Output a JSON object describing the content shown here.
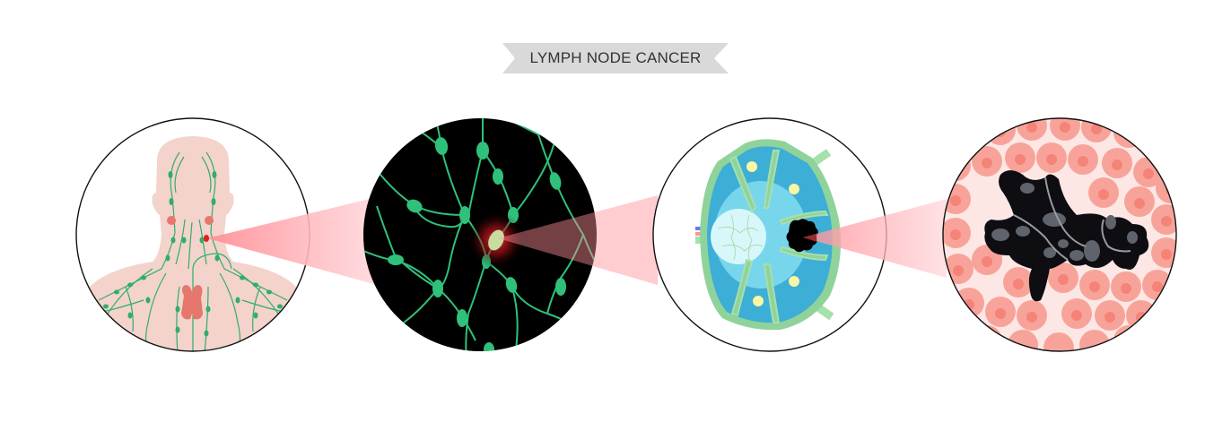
{
  "title": {
    "text": "LYMPH NODE CANCER",
    "banner_color": "#d9d9d9",
    "text_color": "#333333"
  },
  "panels": [
    {
      "id": "body",
      "label": "Human upper body lymphatic system",
      "bg": "#ffffff",
      "skin": "#f3d3cc",
      "vessel": "#2fae6a",
      "node_red": "#e0211f",
      "thyroid": "#e5776c"
    },
    {
      "id": "network",
      "label": "Lymph vessel network with affected node",
      "bg": "#000000",
      "vessel": "#2fc17a",
      "glow": "#d6262b"
    },
    {
      "id": "node",
      "label": "Lymph node cross-section with tumor",
      "capsule": "#8fd39b",
      "cortex": "#3daed6",
      "paracortex": "#78d6ec",
      "medulla": "#d8f7fb",
      "follicle": "#fbf6a3",
      "tumor": "#000000"
    },
    {
      "id": "cells",
      "label": "Cancer cell cluster among healthy cells",
      "cell": "#f8a39a",
      "nucleus": "#f58378",
      "tumor": "#0d0d12",
      "tumor_nucleus": "#5f636b"
    }
  ],
  "beam_color": "#ff9aa0"
}
